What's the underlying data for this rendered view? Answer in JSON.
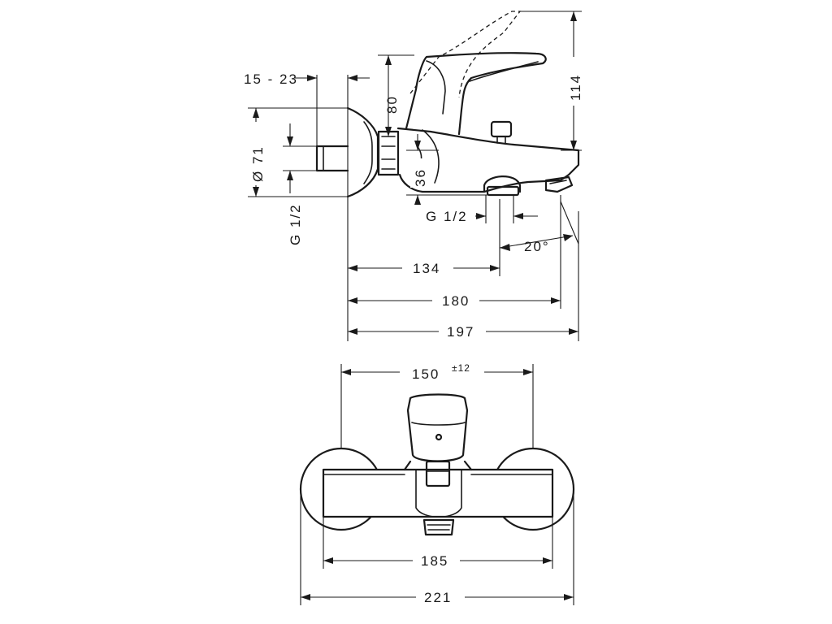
{
  "dimensions": {
    "connection_range": "15 - 23",
    "outlet_height": "80",
    "total_height": "114",
    "flange_diameter": "Ø 71",
    "thread_wall": "G 1/2",
    "spout_offset": "36",
    "thread_spout": "G 1/2",
    "spout_angle": "20°",
    "length_134": "134",
    "length_180": "180",
    "length_197": "197",
    "centre_distance": "150",
    "centre_tolerance": "±12",
    "width_185": "185",
    "width_221": "221"
  }
}
